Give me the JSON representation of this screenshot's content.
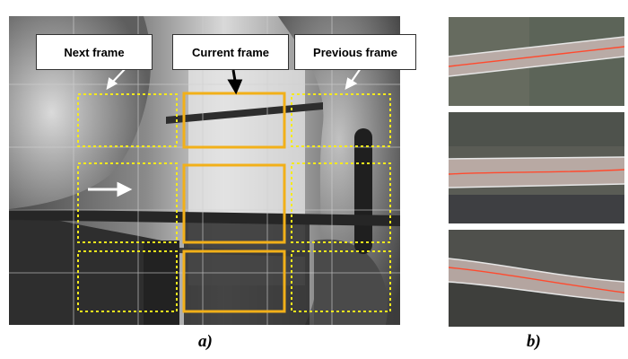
{
  "panel_a": {
    "labels": {
      "next_frame": "Next frame",
      "current_frame": "Current frame",
      "previous_frame": "Previous frame"
    },
    "caption": "a)",
    "colors": {
      "current_box": "#f2b019",
      "neighbor_box": "#f5ea1d",
      "grid": "#cfcfcf"
    }
  },
  "panel_b": {
    "caption": "b)",
    "colors": {
      "centerline": "#ff4a2e",
      "edge": "#e6e6e6"
    }
  }
}
